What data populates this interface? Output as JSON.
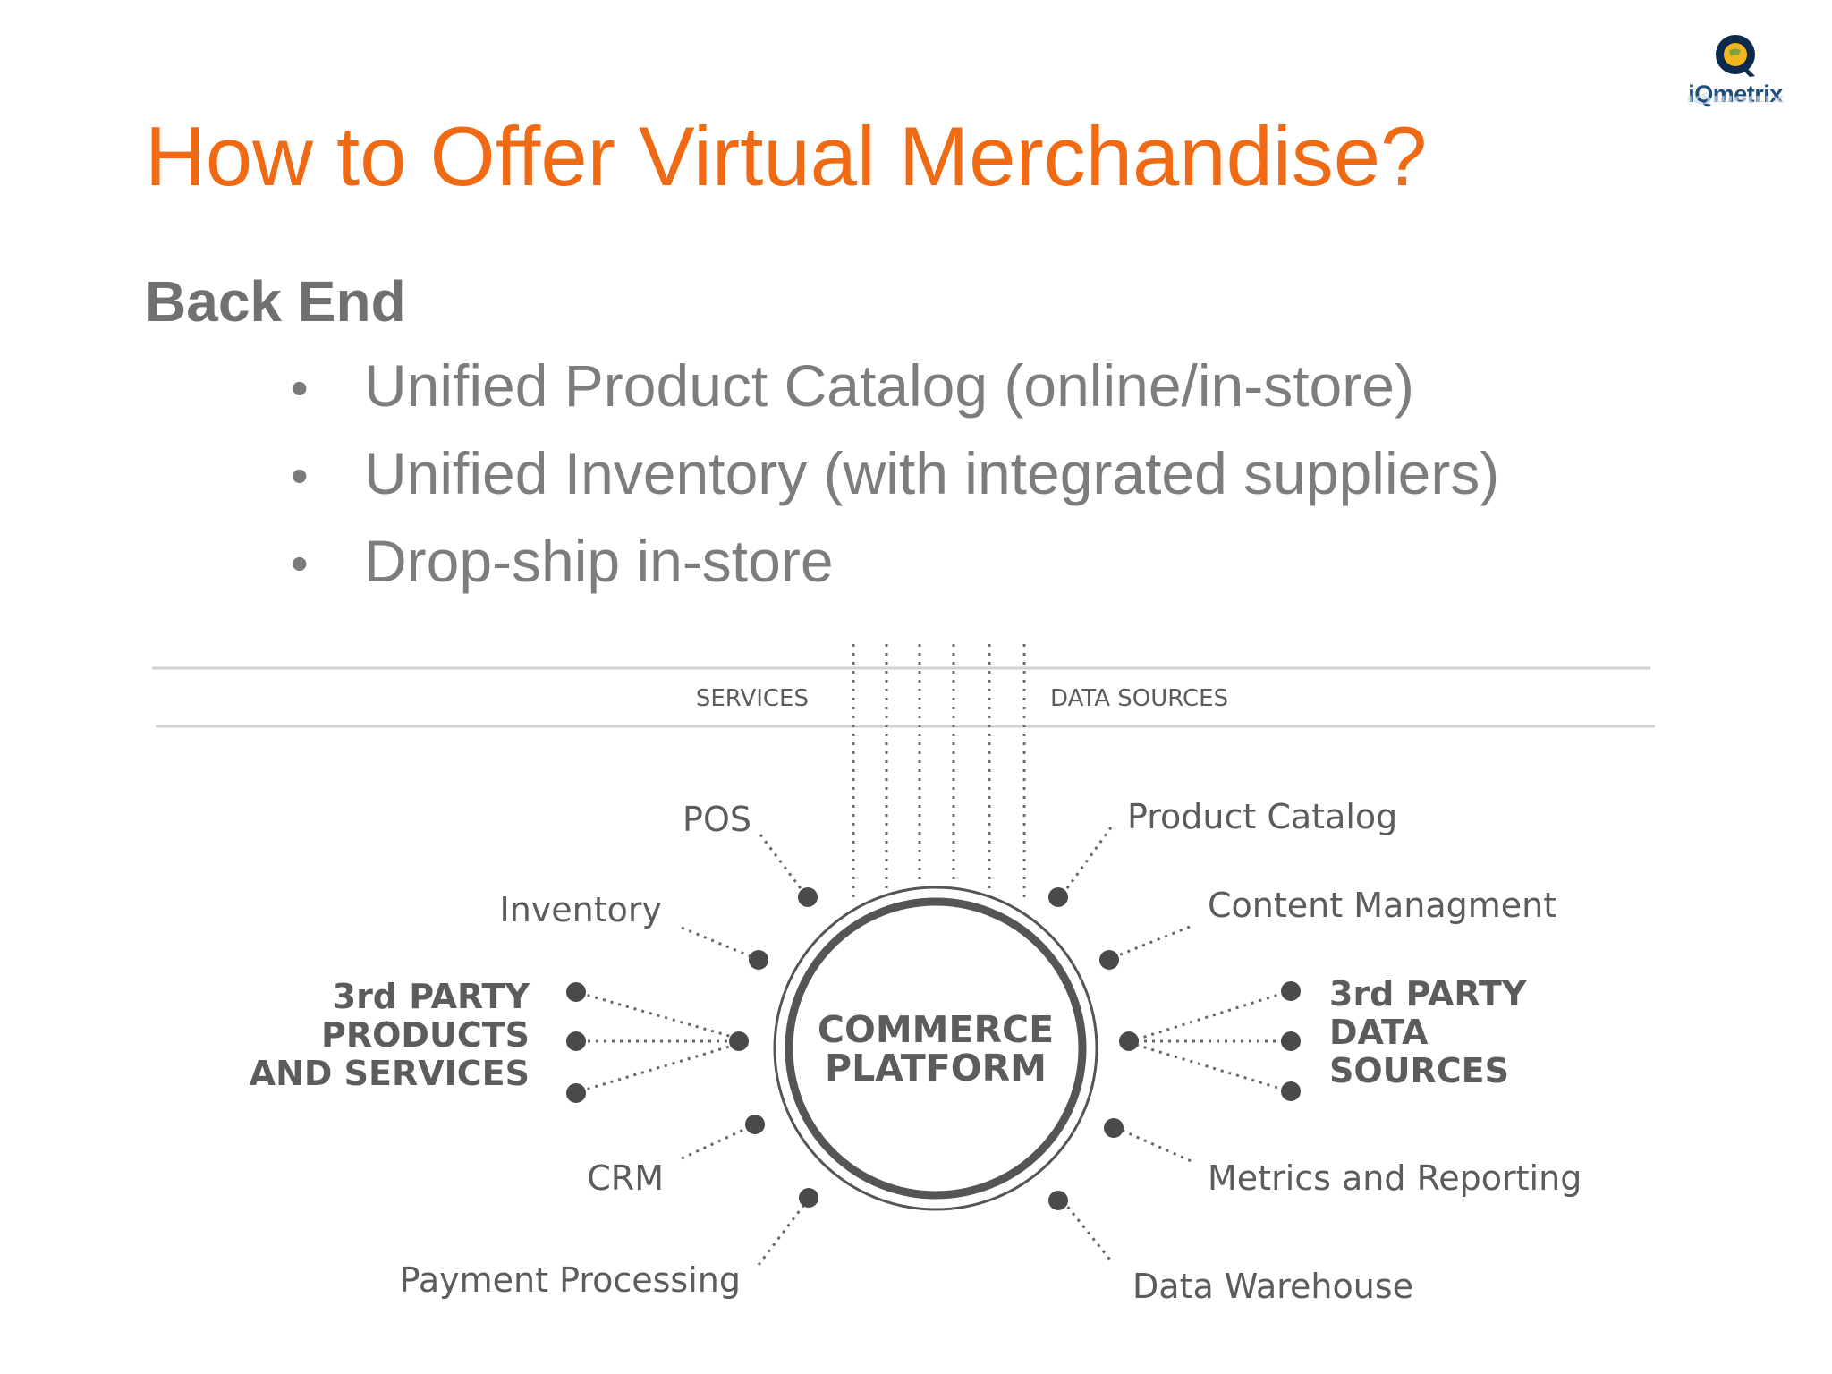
{
  "title": "How to Offer Virtual Merchandise?",
  "logo": {
    "text": "iQmetrix",
    "icon": "q-globe-icon",
    "colors": {
      "ring": "#0c2a4d",
      "globe": "#f2b41f",
      "text": "#1d4f80"
    }
  },
  "section_heading": "Back End",
  "bullets": [
    "Unified Product Catalog (online/in-store)",
    "Unified Inventory (with integrated suppliers)",
    "Drop-ship in-store"
  ],
  "diagram": {
    "band_labels": {
      "left": "SERVICES",
      "right": "DATA SOURCES"
    },
    "center": {
      "line1": "COMMERCE",
      "line2": "PLATFORM"
    },
    "left_nodes": {
      "pos": "POS",
      "inventory": "Inventory",
      "third_party": [
        "3rd PARTY",
        "PRODUCTS",
        "AND SERVICES"
      ],
      "crm": "CRM",
      "payment": "Payment Processing"
    },
    "right_nodes": {
      "product_catalog": "Product Catalog",
      "content": "Content Managment",
      "third_party": [
        "3rd PARTY",
        "DATA",
        "SOURCES"
      ],
      "metrics": "Metrics and Reporting",
      "warehouse": "Data Warehouse"
    }
  },
  "colors": {
    "title": "#f06a14",
    "heading": "#707070",
    "body_text": "#7d7d7d",
    "diagram_text": "#5c5c5c",
    "diagram_dots": "#4a4a4a",
    "ring": "#555555"
  }
}
